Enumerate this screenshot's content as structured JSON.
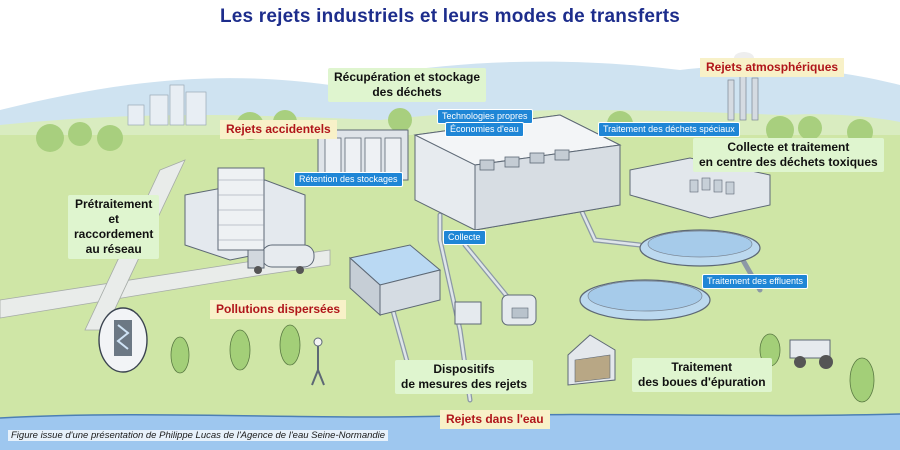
{
  "title": "Les rejets industriels et leurs modes de transferts",
  "caption": "Figure issue d'une présentation de Philippe Lucas de l'Agence de l'eau Seine-Normandie",
  "green_labels": {
    "recuperation": "Récupération et stockage\ndes déchets",
    "collecte_traitement": "Collecte et traitement\nen centre des déchets toxiques",
    "pretraitement": "Prétraitement\net\nraccordement\nau réseau",
    "dispositifs": "Dispositifs\nde mesures des rejets",
    "traitement_boues": "Traitement\ndes boues d'épuration"
  },
  "red_labels": {
    "atmospheriques": "Rejets atmosphériques",
    "accidentels": "Rejets accidentels",
    "pollutions": "Pollutions dispersées",
    "eau": "Rejets dans l'eau"
  },
  "blue_labels": {
    "technologies": "Technologies propres",
    "economies": "Économies d'eau",
    "speciaux": "Traitement des déchets spéciaux",
    "retention": "Rétention des stockages",
    "collecte": "Collecte",
    "effluents": "Traitement des effluents"
  },
  "colors": {
    "title": "#1d2d8c",
    "accent_red": "#b0151a",
    "label_green_bg": "#dff5cf",
    "label_yellow_bg": "#f8f1c8",
    "label_blue_bg": "#1f86d6",
    "ground": "#cfe6a6",
    "river": "#9ec7ef"
  }
}
